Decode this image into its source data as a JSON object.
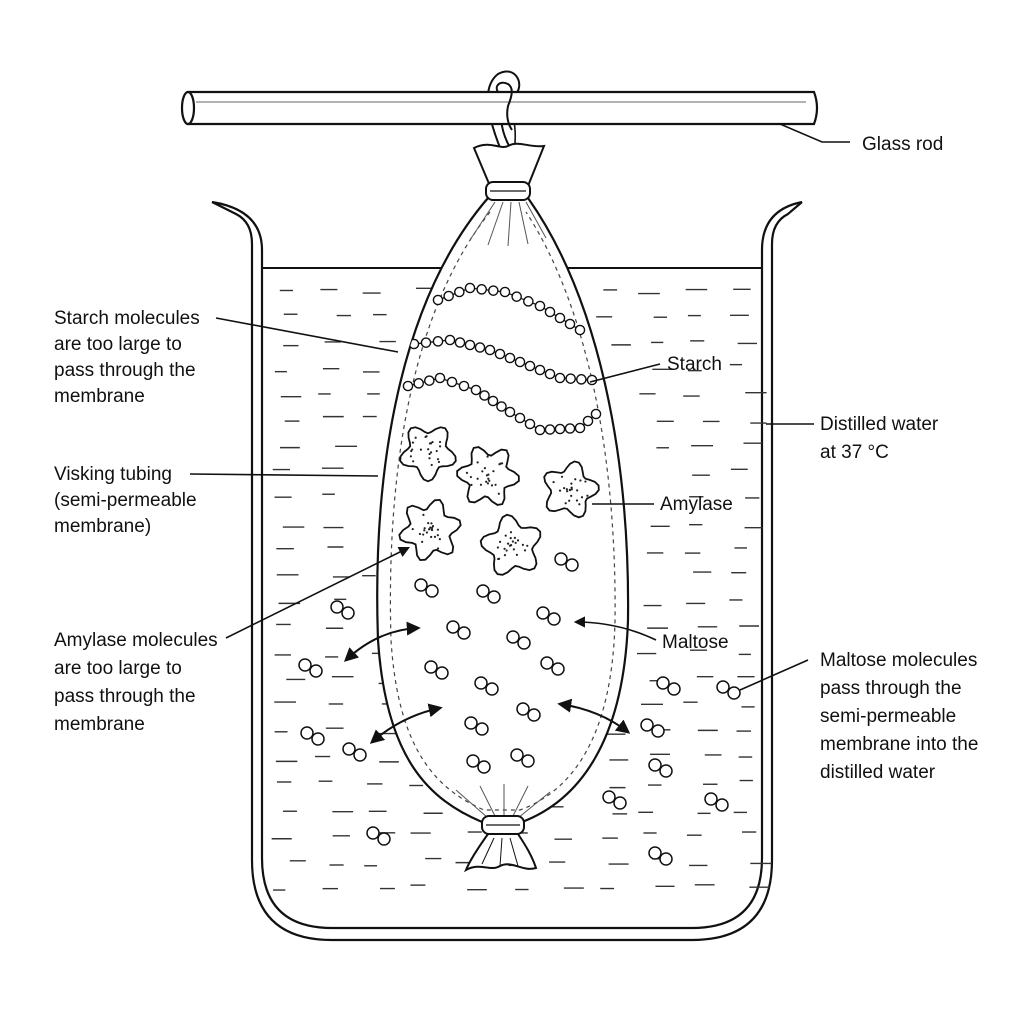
{
  "labels": {
    "glass_rod": "Glass rod",
    "starch_note": [
      "Starch molecules",
      "are too large to",
      "pass through the",
      "membrane"
    ],
    "starch": "Starch",
    "distilled_water": [
      "Distilled water",
      "at 37 °C"
    ],
    "visking": [
      "Visking tubing",
      "(semi-permeable",
      "membrane)"
    ],
    "amylase": "Amylase",
    "amylase_note": [
      "Amylase molecules",
      "are too large to",
      "pass through the",
      "membrane"
    ],
    "maltose": "Maltose",
    "maltose_note": [
      "Maltose molecules",
      "pass through the",
      "semi-permeable",
      "membrane into the",
      "distilled water"
    ]
  },
  "colors": {
    "line": "#111111",
    "background": "#ffffff"
  }
}
